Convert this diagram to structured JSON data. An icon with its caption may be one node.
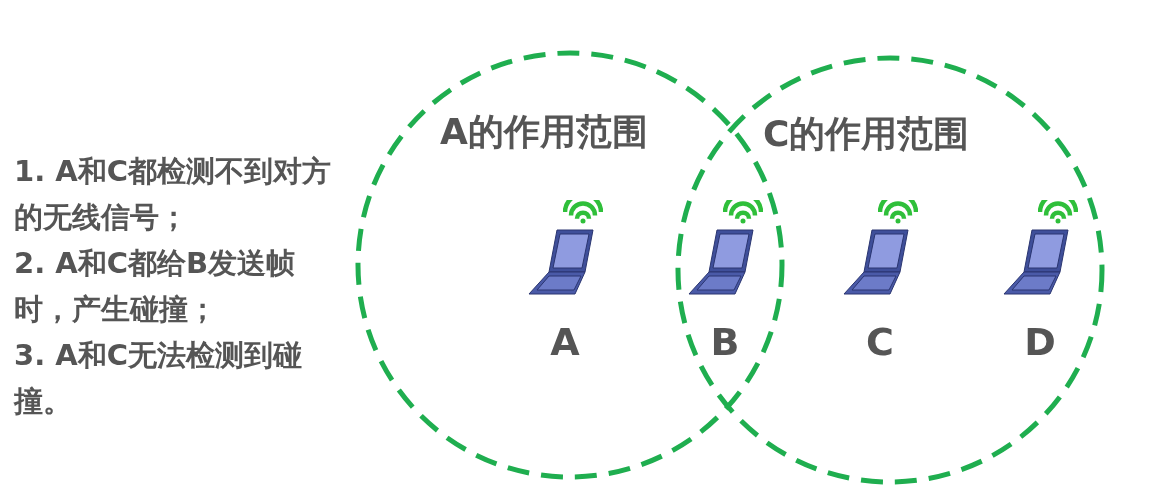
{
  "diagram": {
    "nodes": [
      {
        "text": [
          "A的作用范围"
        ]
      },
      {
        "text": [
          "C的作用范围"
        ]
      },
      {
        "text": [
          "A"
        ],
        "in": 0
      },
      {
        "text": [
          "B"
        ]
      },
      {
        "text": [
          "C"
        ],
        "in": 1
      },
      {
        "text": [
          "D"
        ],
        "in": 1
      }
    ],
    "labels": [
      "1. A和C都检测不到对方的无线信号；",
      "2. A和C都给B发送帧时，产生碰撞；",
      "3. A和C无法检测到碰撞。"
    ]
  }
}
